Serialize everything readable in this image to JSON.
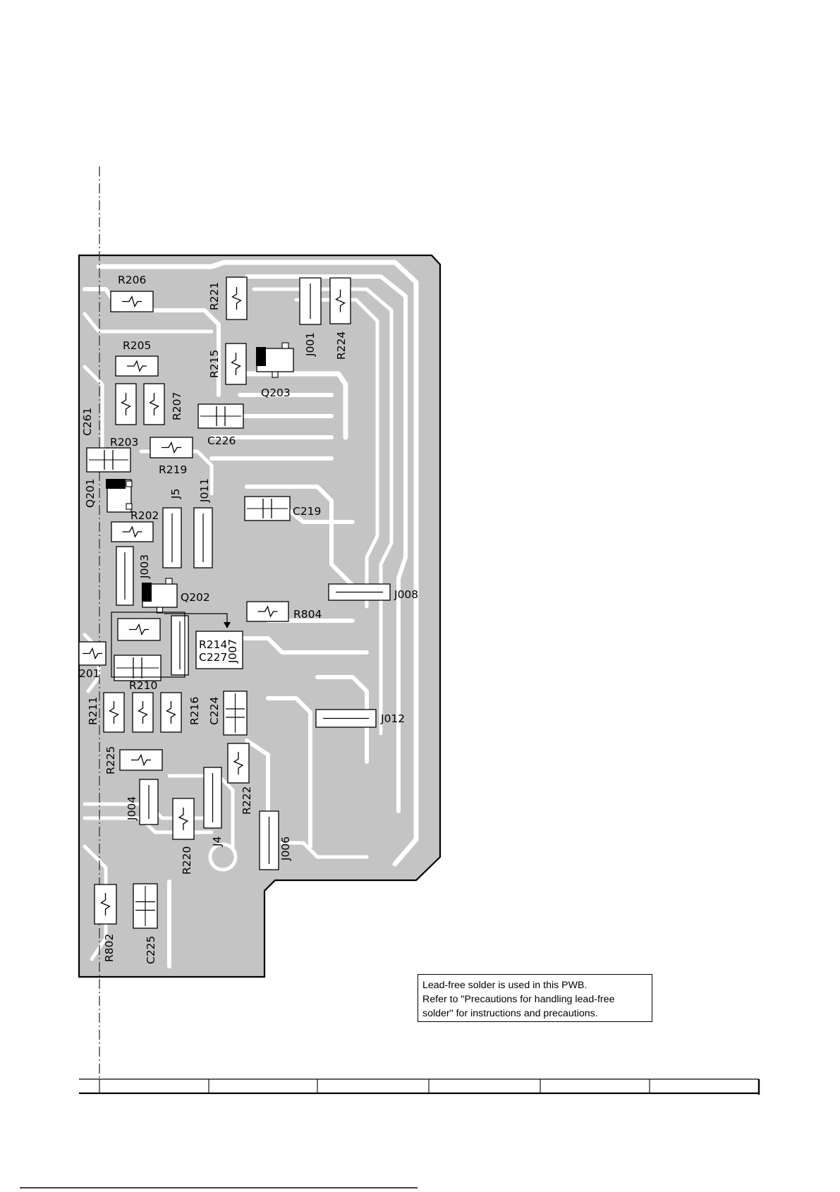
{
  "colors": {
    "board": "#c4c4c4",
    "trace_gap": "#ffffff",
    "outline": "#000000",
    "component_fill": "#ffffff",
    "transistor_body": "#000000"
  },
  "components": [
    {
      "ref": "R206",
      "kind": "resistor"
    },
    {
      "ref": "R205",
      "kind": "resistor"
    },
    {
      "ref": "R207",
      "kind": "resistor"
    },
    {
      "ref": "R203",
      "kind": "resistor"
    },
    {
      "ref": "C261",
      "kind": "capacitor"
    },
    {
      "ref": "R219",
      "kind": "resistor"
    },
    {
      "ref": "C226",
      "kind": "capacitor"
    },
    {
      "ref": "R221",
      "kind": "resistor"
    },
    {
      "ref": "R215",
      "kind": "resistor"
    },
    {
      "ref": "Q203",
      "kind": "transistor"
    },
    {
      "ref": "J001",
      "kind": "jumper"
    },
    {
      "ref": "R224",
      "kind": "resistor"
    },
    {
      "ref": "Q201",
      "kind": "transistor"
    },
    {
      "ref": "R202",
      "kind": "resistor"
    },
    {
      "ref": "J5",
      "kind": "jumper"
    },
    {
      "ref": "J011",
      "kind": "jumper"
    },
    {
      "ref": "C219",
      "kind": "capacitor"
    },
    {
      "ref": "J003",
      "kind": "jumper"
    },
    {
      "ref": "Q202",
      "kind": "transistor"
    },
    {
      "ref": "J008",
      "kind": "jumper"
    },
    {
      "ref": "R804",
      "kind": "resistor"
    },
    {
      "ref": "R214",
      "kind": "resistor"
    },
    {
      "ref": "C227",
      "kind": "capacitor"
    },
    {
      "ref": "J007",
      "kind": "jumper"
    },
    {
      "ref": "201",
      "kind": "resistor"
    },
    {
      "ref": "R210",
      "kind": "resistor"
    },
    {
      "ref": "R211",
      "kind": "resistor"
    },
    {
      "ref": "R216",
      "kind": "resistor"
    },
    {
      "ref": "C224",
      "kind": "capacitor"
    },
    {
      "ref": "J012",
      "kind": "jumper"
    },
    {
      "ref": "R225",
      "kind": "resistor"
    },
    {
      "ref": "R222",
      "kind": "resistor"
    },
    {
      "ref": "J004",
      "kind": "jumper"
    },
    {
      "ref": "J4",
      "kind": "jumper"
    },
    {
      "ref": "R220",
      "kind": "resistor"
    },
    {
      "ref": "J006",
      "kind": "jumper"
    },
    {
      "ref": "R802",
      "kind": "resistor"
    },
    {
      "ref": "C225",
      "kind": "capacitor"
    }
  ],
  "note": {
    "lines": [
      "Lead-free solder is used in this PWB.",
      "Refer to \"Precautions for handling lead-free",
      "solder\" for instructions and precautions."
    ]
  },
  "footer": {
    "ruler_segments": 7
  }
}
